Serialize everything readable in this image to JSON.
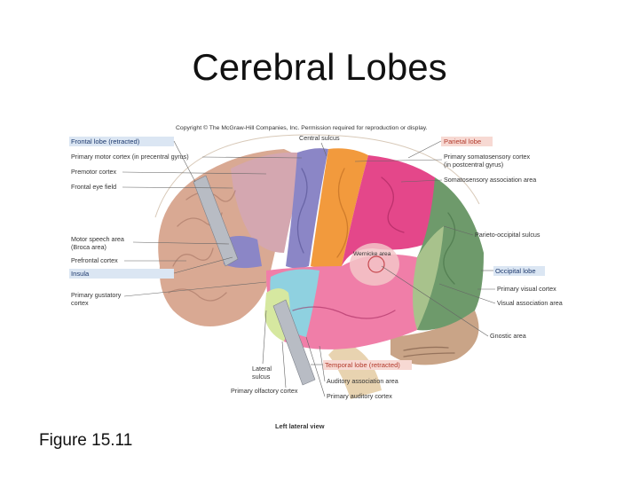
{
  "title": "Cerebral Lobes",
  "caption": "Figure 15.11",
  "copyright": "Copyright © The McGraw-Hill Companies, Inc. Permission required for reproduction or display.",
  "view_label": "Left lateral view",
  "left_labels": {
    "frontal_lobe": "Frontal lobe (retracted)",
    "primary_motor": "Primary motor cortex (in precentral gyrus)",
    "premotor": "Premotor cortex",
    "frontal_eye": "Frontal eye field",
    "motor_speech_1": "Motor speech area",
    "motor_speech_2": "(Broca area)",
    "prefrontal": "Prefrontal cortex",
    "insula": "Insula",
    "gustatory_1": "Primary gustatory",
    "gustatory_2": "cortex"
  },
  "right_labels": {
    "parietal_lobe": "Parietal lobe",
    "somatosensory_1": "Primary somatosensory cortex",
    "somatosensory_2": "(in postcentral gyrus)",
    "somato_assoc": "Somatosensory association area",
    "parieto_occipital": "Parieto-occipital sulcus",
    "occipital_lobe": "Occipital lobe",
    "primary_visual": "Primary visual cortex",
    "visual_assoc": "Visual association area",
    "gnostic": "Gnostic area"
  },
  "top_labels": {
    "central_sulcus": "Central sulcus"
  },
  "center_labels": {
    "wernicke": "Wernicke area"
  },
  "bottom_labels": {
    "lateral_sulcus_1": "Lateral",
    "lateral_sulcus_2": "sulcus",
    "olfactory": "Primary olfactory cortex",
    "temporal_lobe": "Temporal lobe (retracted)",
    "auditory_assoc": "Auditory association area",
    "primary_auditory": "Primary auditory cortex"
  },
  "colors": {
    "frontal_base": "#d9a993",
    "motor": "#8b86c6",
    "premotor": "#d4a7b0",
    "somatosensory": "#f29a3d",
    "parietal_assoc": "#e4478a",
    "occipital": "#6e9a6b",
    "visual_assoc": "#a8c28c",
    "temporal": "#f07ea8",
    "auditory": "#8fd1e0",
    "olfactory": "#d6e8a0",
    "brainstem": "#e8d3b0",
    "cerebellum": "#c9a487",
    "wernicke": "#f3c6c8",
    "label_box": "#dbe6f3",
    "label_box_red": "#f7d9d3",
    "heading_blue": "#1e3a6e",
    "heading_red": "#b23a2c",
    "retractor": "#b8bcc4"
  }
}
